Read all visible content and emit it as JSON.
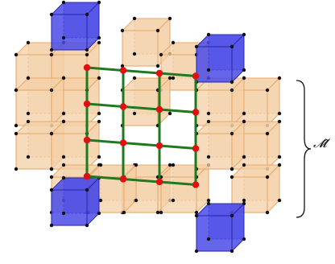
{
  "figure": {
    "brace_label": "𝓜̂"
  },
  "colors": {
    "orange_fill": "#f3cfa5",
    "orange_edge": "#e9a96a",
    "blue_fill": "#4a4be6",
    "blue_edge": "#2b2bb0",
    "grid_line": "#1f7a1f",
    "red_vertex": "#e01010",
    "black_vertex": "#111111"
  },
  "elements": {
    "orange_cube_count": 18,
    "blue_cube_count": 4,
    "grid": "4x4"
  }
}
